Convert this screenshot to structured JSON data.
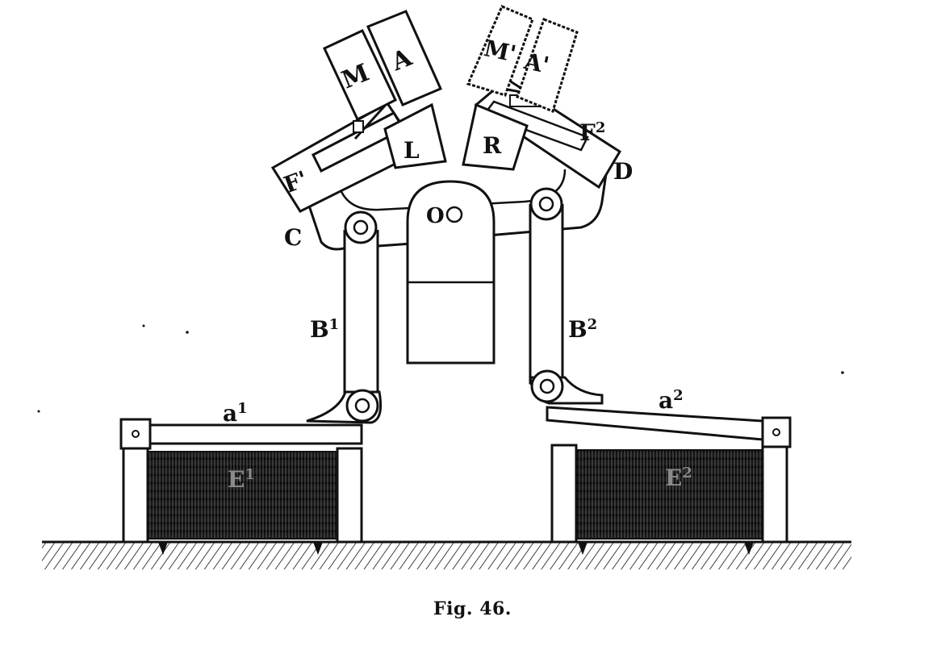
{
  "figure": {
    "caption": "Fig. 46.",
    "labels": {
      "M": "M",
      "A": "A",
      "M_prime": "M'",
      "A_prime": "A'",
      "L": "L",
      "R": "R",
      "F1": "F'",
      "F2": "F",
      "F2_sup": "2",
      "C": "C",
      "D": "D",
      "O": "O",
      "B1": "B",
      "B1_sup": "1",
      "B2": "B",
      "B2_sup": "2",
      "a1": "a",
      "a1_sup": "1",
      "a2": "a",
      "a2_sup": "2",
      "E1": "E",
      "E1_sup": "1",
      "E2": "E",
      "E2_sup": "2"
    },
    "colors": {
      "ink": "#111111",
      "paper": "#ffffff"
    }
  }
}
